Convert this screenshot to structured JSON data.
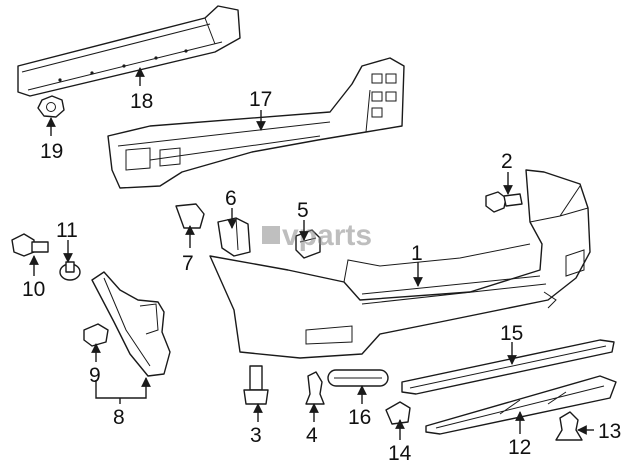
{
  "diagram": {
    "watermark": "vparts",
    "callouts": [
      "1",
      "2",
      "3",
      "4",
      "5",
      "6",
      "7",
      "8",
      "9",
      "10",
      "11",
      "12",
      "13",
      "14",
      "15",
      "16",
      "17",
      "18",
      "19"
    ]
  },
  "colors": {
    "line": "#1a1a1a",
    "background": "#ffffff",
    "watermark": "#8a8a8a"
  }
}
